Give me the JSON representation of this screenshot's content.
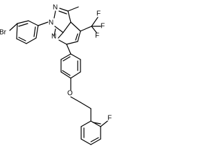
{
  "molecule": {
    "atoms": {
      "br": "Br",
      "n1": "N",
      "n2": "N",
      "n7": "N",
      "o": "O",
      "f1": "F",
      "f2": "F",
      "f3": "F",
      "f_aryl": "F"
    }
  }
}
